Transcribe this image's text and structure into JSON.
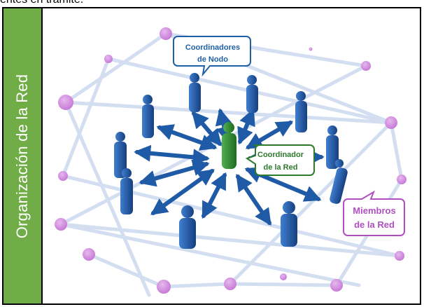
{
  "top_text": "entes en trámite.",
  "side_title": "Organización de la Red",
  "callouts": {
    "nodos": [
      "Coordinadores",
      "de Nodo"
    ],
    "coordinador": [
      "Coordinador",
      "de la Red"
    ],
    "miembros": [
      "Miembros",
      "de la Red"
    ]
  },
  "colors": {
    "side_band": "#70ad47",
    "figure_blue": "#1f5aa6",
    "figure_green": "#2e8b2e",
    "node_purple": "#c77ad6",
    "callout_blue": "#1f5fa8",
    "callout_green": "#2d7a2d",
    "callout_purple": "#b04fc0"
  }
}
